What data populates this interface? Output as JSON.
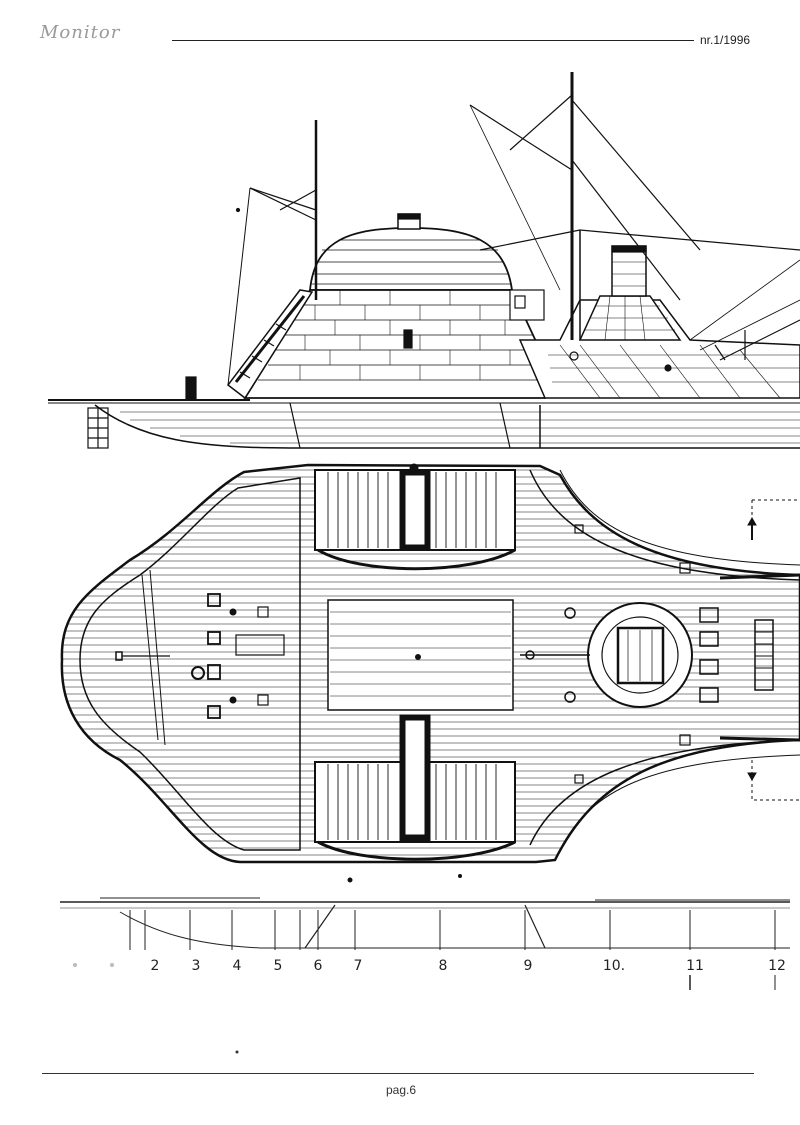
{
  "header": {
    "handwritten_note": "Monitor",
    "issue": "nr.1/1996"
  },
  "frames": [
    "2",
    "3",
    "4",
    "5",
    "6",
    "7",
    "8",
    "9",
    "10.",
    "11",
    "12"
  ],
  "footer": {
    "page": "pag.6"
  }
}
